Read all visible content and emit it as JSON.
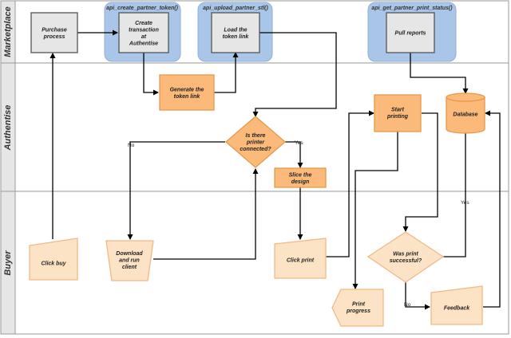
{
  "lanes": {
    "marketplace": "Marketplace",
    "authentise": "Authentise",
    "buyer": "Buyer"
  },
  "apis": {
    "create_token": "api_create_partner_token()",
    "upload_stl": "api_upload_partner_stl()",
    "print_status": "api_get_partner_print_status()"
  },
  "nodes": {
    "purchase_process": [
      "Purchase",
      "process"
    ],
    "create_transaction": [
      "Create",
      "transaction",
      "at",
      "Authentise"
    ],
    "load_token_link": [
      "Load the",
      "token link"
    ],
    "pull_reports": [
      "Pull reports"
    ],
    "generate_token_link": [
      "Generate the",
      "token link"
    ],
    "printer_connected": [
      "Is there",
      "printer",
      "connected?"
    ],
    "slice_design": [
      "Slice the",
      "design"
    ],
    "start_printing": [
      "Start",
      "printing"
    ],
    "database": [
      "Database"
    ],
    "click_buy": [
      "Click buy"
    ],
    "download_client": [
      "Download",
      "and run",
      "client"
    ],
    "click_print": [
      "Click print"
    ],
    "print_successful": [
      "Was print",
      "successful?"
    ],
    "print_progress": [
      "Print",
      "progress"
    ],
    "feedback": [
      "Feedback"
    ]
  },
  "edge_labels": {
    "no_left": "No",
    "yes_right": "Yes",
    "yes_up": "Yes",
    "no_down": "No"
  },
  "colors": {
    "gray_fill": "#e6e6e6",
    "gray_stroke": "#555555",
    "blue_group": "#a9c6e9",
    "orange_fill": "#fbb97a",
    "orange_stroke": "#e59a4c",
    "light_fill": "#fde3c5",
    "light_stroke": "#f0b985"
  }
}
